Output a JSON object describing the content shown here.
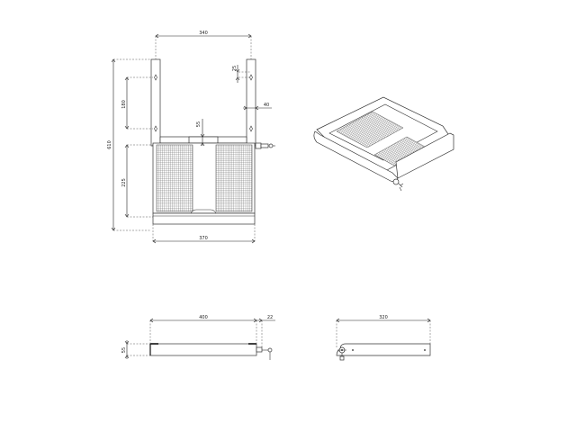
{
  "drawing": {
    "front_view": {
      "dimensions": {
        "bracket_spacing": "340",
        "hole_offset_top": "25",
        "bracket_width": "40",
        "hole_spacing": "180",
        "overall_height": "610",
        "mesh_height": "225",
        "step_gap": "55",
        "tread_width": "370"
      }
    },
    "side_view": {
      "dimensions": {
        "length": "400",
        "lock_projection": "22",
        "thickness": "55"
      }
    },
    "end_view": {
      "dimensions": {
        "depth": "320"
      }
    },
    "isometric_view": {
      "label": ""
    },
    "colors": {
      "line": "#333333",
      "mesh": "#555555",
      "background": "#ffffff"
    }
  }
}
